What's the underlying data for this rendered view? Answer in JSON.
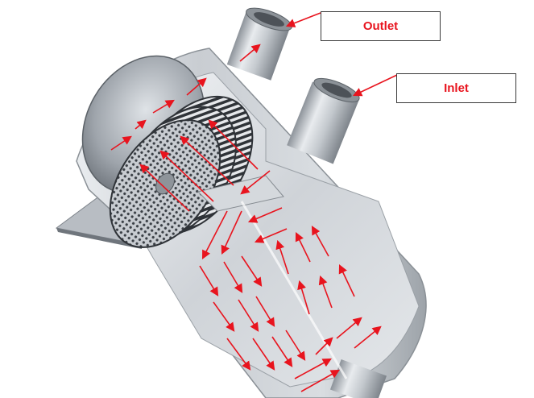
{
  "labels": {
    "outlet": "Outlet",
    "inlet": "Inlet"
  },
  "colors": {
    "label_text": "#e8141e",
    "arrow": "#e8141e",
    "metal_light": "#eef0f2",
    "metal_mid": "#b4b9bf",
    "metal_dark": "#6f757c",
    "mesh_dark": "#2f3338",
    "background": "#ffffff"
  },
  "icons": {
    "flow_arrow": "red-flow-arrow",
    "leader_arrow": "red-leader-arrow"
  }
}
